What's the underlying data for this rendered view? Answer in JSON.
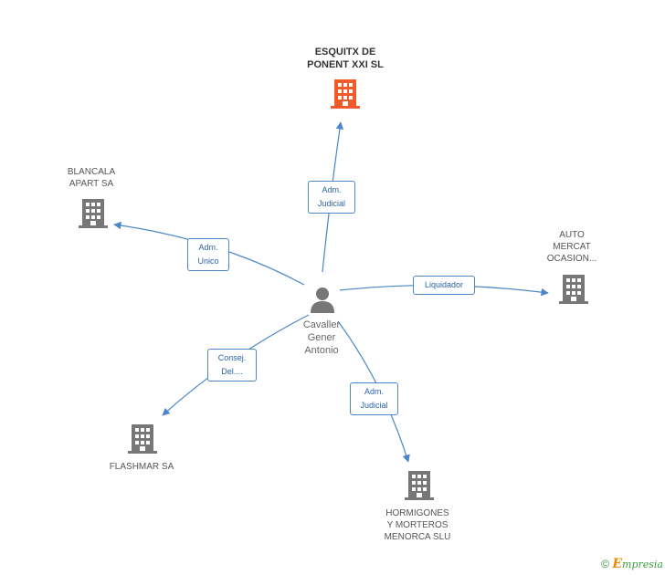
{
  "center": {
    "name_lines": [
      "Cavaller",
      "Gener",
      "Antonio"
    ]
  },
  "nodes": {
    "esquitx": {
      "lines": [
        "ESQUITX DE",
        "PONENT XXI SL"
      ]
    },
    "blancala": {
      "lines": [
        "BLANCALA",
        "APART SA"
      ]
    },
    "auto": {
      "lines": [
        "AUTO",
        "MERCAT",
        "OCASION..."
      ]
    },
    "flashmar": {
      "lines": [
        "FLASHMAR SA"
      ]
    },
    "hormigones": {
      "lines": [
        "HORMIGONES",
        "Y MORTEROS",
        "MENORCA SLU"
      ]
    }
  },
  "edges": {
    "esquitx": {
      "lines": [
        "Adm.",
        "Judicial"
      ]
    },
    "blancala": {
      "lines": [
        "Adm.",
        "Unico"
      ]
    },
    "auto": {
      "lines": [
        "Liquidador"
      ]
    },
    "flashmar": {
      "lines": [
        "Consej.",
        "Del...."
      ]
    },
    "hormigones": {
      "lines": [
        "Adm.",
        "Judicial"
      ]
    }
  },
  "footer": {
    "copyright": "©",
    "brand_initial": "E",
    "brand_rest": "mpresia"
  },
  "colors": {
    "edge": "#4a86c8",
    "building": "#777777",
    "building_highlight": "#f15a29",
    "person": "#777777"
  }
}
